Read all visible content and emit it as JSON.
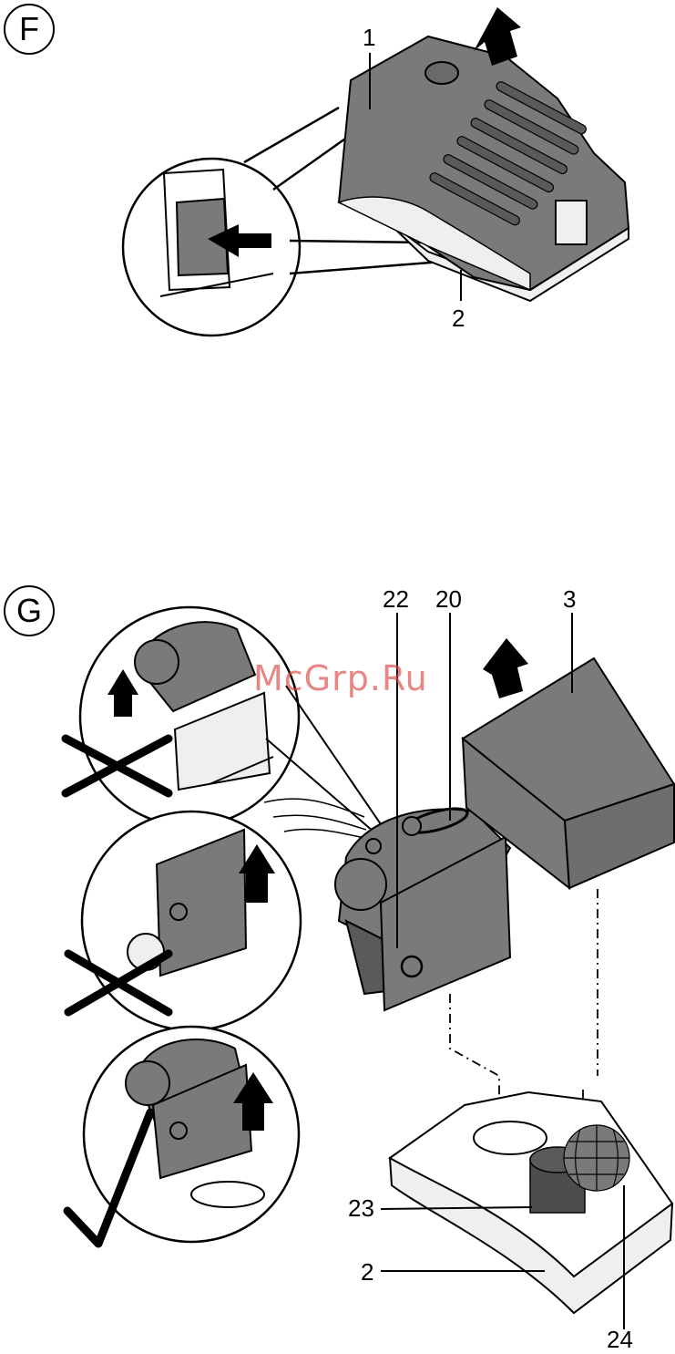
{
  "panelF": {
    "badge": "F",
    "labels": {
      "cover": "1",
      "base": "2"
    }
  },
  "panelG": {
    "badge": "G",
    "labels": {
      "plate": "22",
      "ring": "20",
      "box": "3",
      "fan": "23",
      "base": "2",
      "ball": "24"
    }
  },
  "watermark": "McGrp.Ru",
  "colors": {
    "part": "#7a7a7a",
    "light": "#efefef",
    "dark": "#4d4d4d",
    "line": "#000000",
    "watermark": "#d44444"
  }
}
